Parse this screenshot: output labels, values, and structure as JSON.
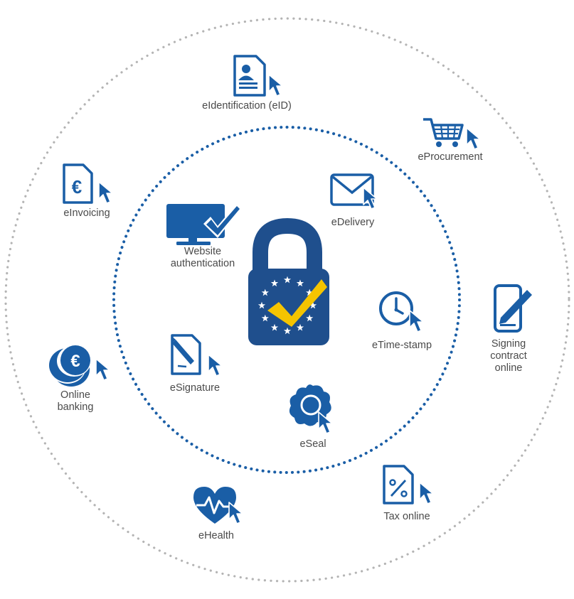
{
  "colors": {
    "primary": "#1a5ea6",
    "dark": "#154a8a",
    "lock_body": "#1f4f8d",
    "check": "#f5c400",
    "star": "#ffffff",
    "outer_ring": "#b4b4b4",
    "inner_ring": "#1a5ea6",
    "label": "#4a4a4a"
  },
  "center": {
    "icon": "eu-trust-padlock-icon"
  },
  "inner_services": [
    {
      "id": "website-authentication",
      "label": "Website\nauthentication",
      "icon": "monitor-check-icon"
    },
    {
      "id": "edelivery",
      "label": "eDelivery",
      "icon": "envelope-icon"
    },
    {
      "id": "etime-stamp",
      "label": "eTime-stamp",
      "icon": "clock-icon"
    },
    {
      "id": "eseal",
      "label": "eSeal",
      "icon": "seal-icon"
    },
    {
      "id": "esignature",
      "label": "eSignature",
      "icon": "signature-document-icon"
    }
  ],
  "outer_services": [
    {
      "id": "eidentification",
      "label": "eIdentification (eID)",
      "icon": "id-card-icon"
    },
    {
      "id": "eprocurement",
      "label": "eProcurement",
      "icon": "shopping-cart-icon"
    },
    {
      "id": "signing-contract-online",
      "label": "Signing\ncontract\nonline",
      "icon": "smartphone-pen-icon"
    },
    {
      "id": "tax-online",
      "label": "Tax online",
      "icon": "percent-document-icon"
    },
    {
      "id": "ehealth",
      "label": "eHealth",
      "icon": "heart-pulse-icon"
    },
    {
      "id": "online-banking",
      "label": "Online\nbanking",
      "icon": "euro-coins-icon"
    },
    {
      "id": "einvoicing",
      "label": "eInvoicing",
      "icon": "euro-document-icon"
    }
  ],
  "cursor_icon": "mouse-pointer-icon"
}
